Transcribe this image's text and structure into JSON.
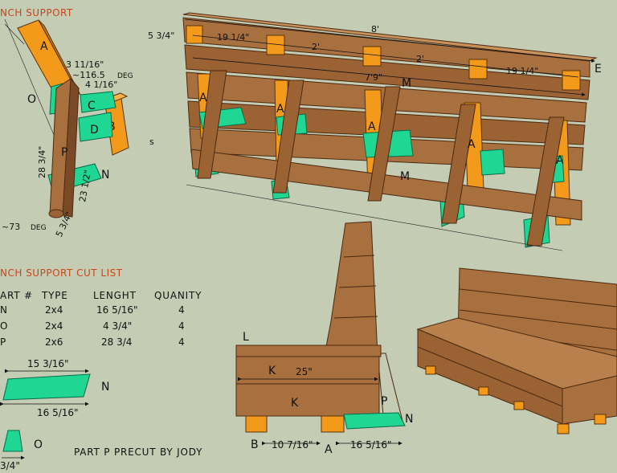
{
  "colors": {
    "background": "#c4ccb4",
    "wood": "#a9703f",
    "wood_dark": "#7a4a26",
    "orange": "#f39a1a",
    "green": "#1fd692",
    "heading": "#c8461c"
  },
  "support_view": {
    "title": "NCH SUPPORT",
    "labels": {
      "a": "A",
      "o": "O",
      "c": "C",
      "d": "D",
      "b": "B",
      "p": "P",
      "n": "N"
    },
    "dims": {
      "top_width": "3 11/16\"",
      "angle_top": "~116.5",
      "angle_unit": "DEG",
      "offset": "4 1/16\"",
      "p_length": "28 3/4\"",
      "n_height": "23 1/2\"",
      "angle_bottom": "~73",
      "angle_bottom_unit": "DEG",
      "base_width": "5 3/4\""
    }
  },
  "frame_view": {
    "dims": {
      "overall": "8'",
      "height": "5 3/4\"",
      "span_left": "19 1/4\"",
      "span_mid1": "2'",
      "span_mid2": "2'",
      "span_right": "19 1/4\"",
      "inner": "7'9\""
    },
    "labels": {
      "m_top": "M",
      "m_bottom": "M",
      "e": "E",
      "a": "A",
      "s": "s"
    }
  },
  "cut_list": {
    "title": "NCH SUPPORT CUT LIST",
    "headers": [
      "ART #",
      "TYPE",
      "LENGHT",
      "QUANITY"
    ],
    "rows": [
      [
        "N",
        "2x4",
        "16 5/16\"",
        "4"
      ],
      [
        "O",
        "2x4",
        "4 3/4\"",
        "4"
      ],
      [
        "P",
        "2x6",
        "28 3/4",
        "4"
      ]
    ]
  },
  "part_n": {
    "top": "15 3/16\"",
    "bottom": "16 5/16\"",
    "label": "N"
  },
  "part_o": {
    "dim": "3/4\"",
    "label": "O"
  },
  "note": "PART P PRECUT BY JODY",
  "side_view": {
    "labels": {
      "l": "L",
      "k1": "K",
      "k2": "K",
      "p": "P",
      "n": "N",
      "b": "B",
      "a": "A"
    },
    "dims": {
      "k_width": "25\"",
      "bottom_left": "10 7/16\"",
      "bottom_right": "16 5/16\""
    }
  }
}
